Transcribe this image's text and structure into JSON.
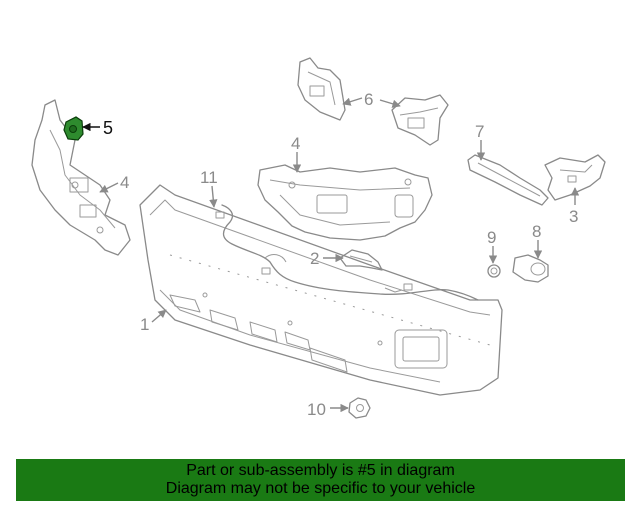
{
  "callouts": {
    "c1": "1",
    "c2": "2",
    "c3": "3",
    "c4a": "4",
    "c4b": "4",
    "c5": "5",
    "c6": "6",
    "c7": "7",
    "c8": "8",
    "c9": "9",
    "c10": "10",
    "c11": "11"
  },
  "highlight_color": "#2e8b2e",
  "banner": {
    "line1": "Part or sub-assembly is #5 in diagram",
    "line2": "Diagram may not be specific to your vehicle",
    "background": "#1a7a14"
  }
}
